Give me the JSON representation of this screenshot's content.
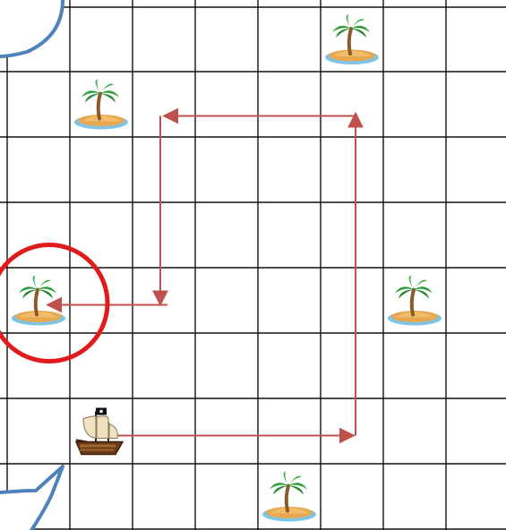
{
  "board": {
    "columns": 8,
    "rows": 8,
    "grid_color": "#111111",
    "background": "#ffffff"
  },
  "islands": [
    {
      "id": "island-1",
      "col": 5,
      "row": 0,
      "icon": "palm-island-icon"
    },
    {
      "id": "island-2",
      "col": 1,
      "row": 1,
      "icon": "palm-island-icon"
    },
    {
      "id": "island-3",
      "col": 0,
      "row": 4,
      "icon": "palm-island-icon",
      "highlighted": true
    },
    {
      "id": "island-4",
      "col": 6,
      "row": 4,
      "icon": "palm-island-icon"
    },
    {
      "id": "island-5",
      "col": 4,
      "row": 7,
      "icon": "palm-island-icon"
    }
  ],
  "ship": {
    "col": 1,
    "row": 6,
    "icon": "pirate-ship-icon"
  },
  "route": {
    "color": "#c0504d",
    "moves": [
      {
        "direction": "right",
        "squares": 4
      },
      {
        "direction": "up",
        "squares": 5
      },
      {
        "direction": "left",
        "squares": 3
      },
      {
        "direction": "down",
        "squares": 3
      },
      {
        "direction": "left",
        "squares": 2
      }
    ]
  },
  "highlight_color": "#e11b1b",
  "callout_color": "#4f81bd"
}
